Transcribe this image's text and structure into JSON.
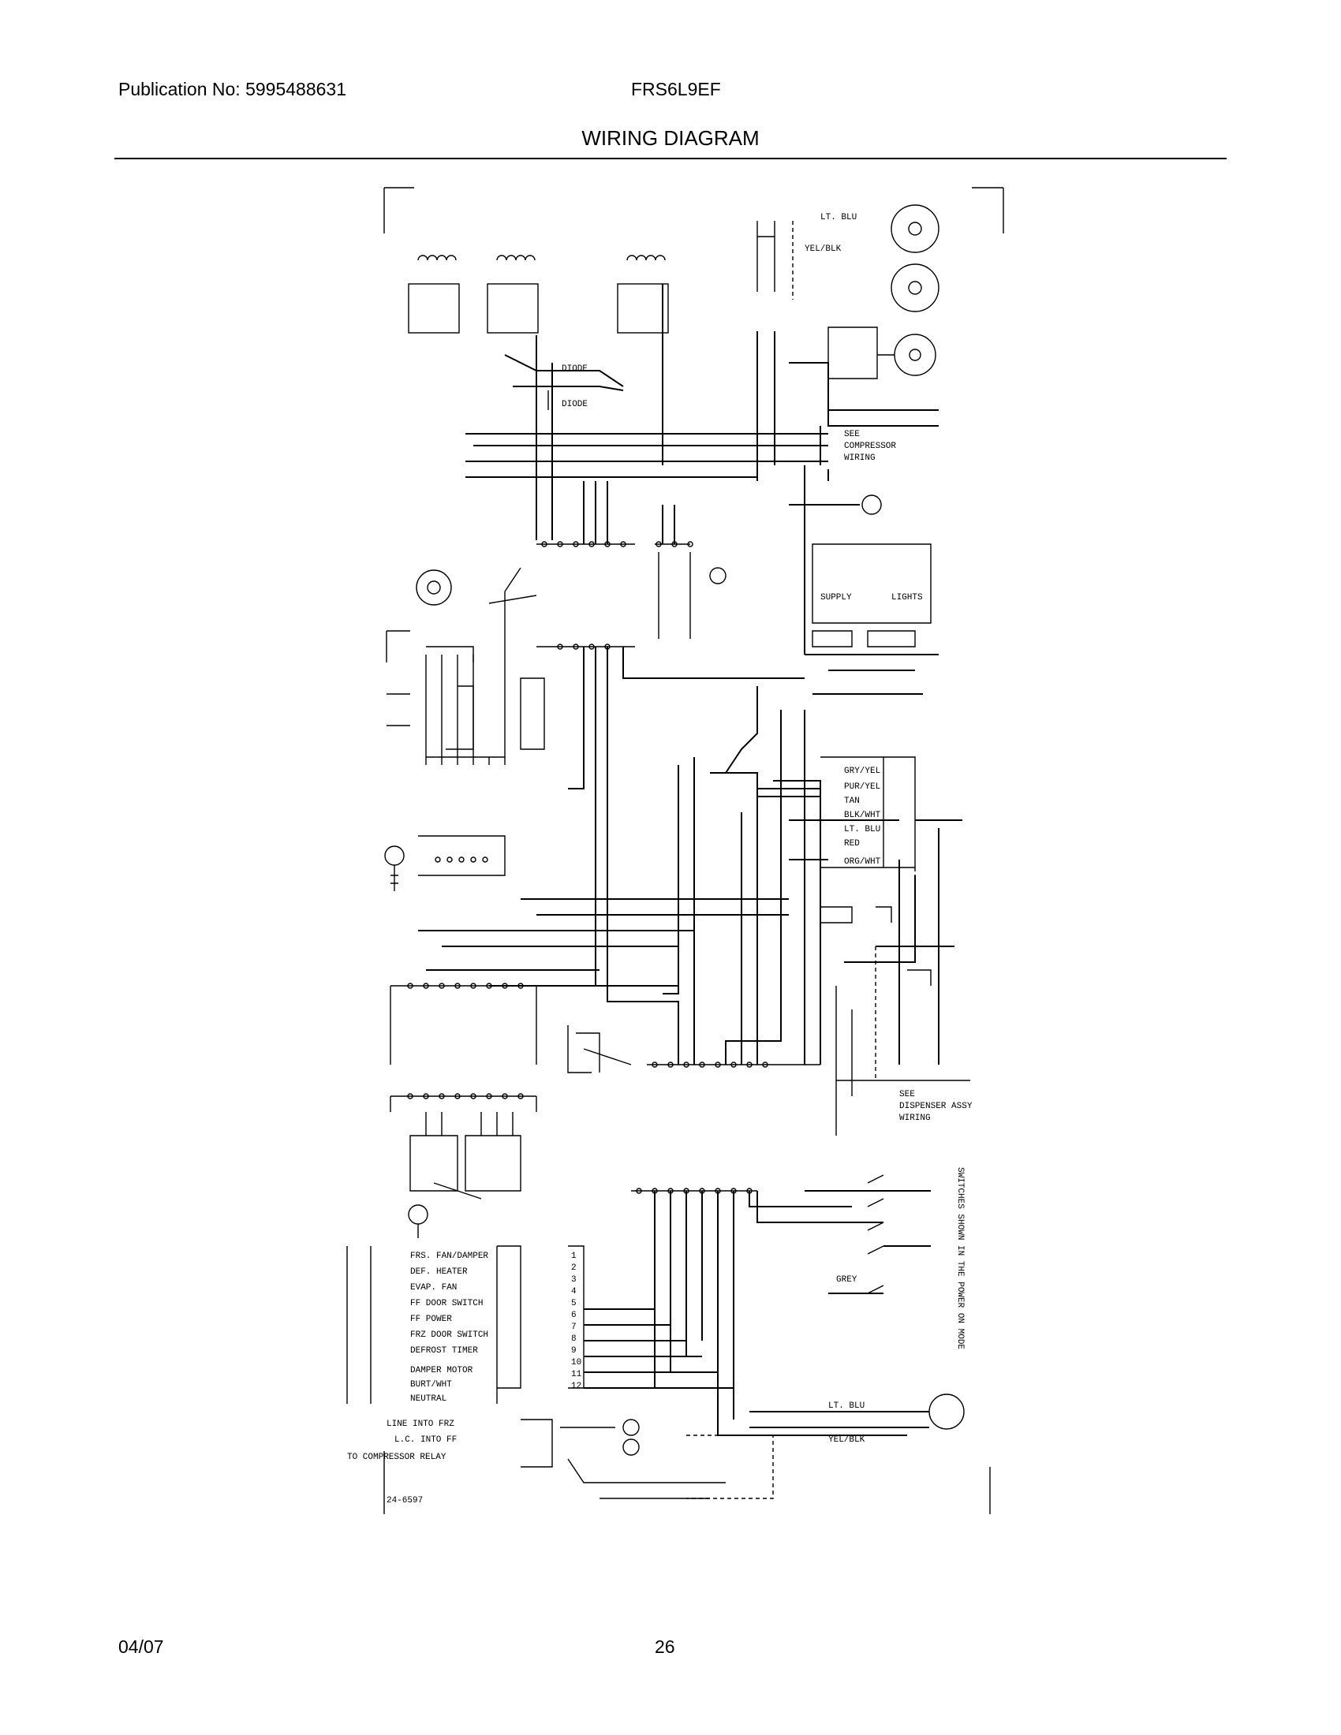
{
  "header": {
    "publication": "Publication No: 5995488631",
    "model": "FRS6L9EF",
    "title": "WIRING DIAGRAM"
  },
  "footer": {
    "date": "04/07",
    "page": "26"
  },
  "diagram": {
    "drawing_number": "24-6597",
    "connector_legend": [
      "FRS. FAN/DAMPER",
      "DEF. HEATER",
      "EVAP. FAN",
      "FF DOOR SWITCH",
      "FF POWER",
      "FRZ DOOR SWITCH",
      "DEFROST TIMER",
      "DAMPER MOTOR",
      "BURT/WHT",
      "NEUTRAL"
    ],
    "relay_labels": [
      "LINE INTO FRZ",
      "L.C. INTO FF",
      "TO COMPRESSOR RELAY"
    ],
    "terminal_numbers": [
      "1",
      "2",
      "3",
      "4",
      "5",
      "6",
      "7",
      "8",
      "9",
      "10",
      "11",
      "12"
    ],
    "top_wire_colors": [
      "LT. BLU",
      "YEL/BLK"
    ],
    "mid_wire_colors": [
      "GRY/YEL",
      "PUR/YEL",
      "TAN",
      "BLK/WHT",
      "LT. BLU",
      "RED",
      "ORG/WHT"
    ],
    "lower_wire_colors": [
      "LT. BLU",
      "YEL/BLK"
    ],
    "compressor_note": [
      "SEE",
      "COMPRESSOR",
      "WIRING"
    ],
    "dispenser_note": [
      "SEE",
      "DISPENSER ASSY",
      "WIRING"
    ],
    "diode_labels": [
      "DIODE",
      "DIODE"
    ],
    "light_labels": [
      "LIGHTS",
      "SUPPLY"
    ],
    "ground_label": "GREY",
    "side_note": "SWITCHES SHOWN IN THE POWER ON MODE"
  }
}
